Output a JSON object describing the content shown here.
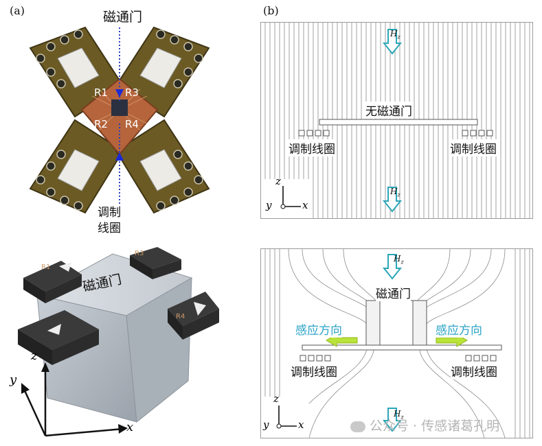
{
  "panel_a": {
    "label": "(a)",
    "top_photo": {
      "flux_gate_label": "磁通门",
      "coil_label_line1": "调制",
      "coil_label_line2": "线圈",
      "sensors": [
        "R1",
        "R3",
        "R2",
        "R4"
      ]
    },
    "bottom_model": {
      "flux_gate_label": "磁通门",
      "axes": {
        "z": "z",
        "y": "y",
        "x": "x"
      },
      "block_labels": [
        "R1",
        "R3",
        "R4"
      ]
    }
  },
  "panel_b": {
    "label": "(b)",
    "top_sim": {
      "field_label": "H",
      "field_sub": "z",
      "plate_label": "无磁通门",
      "coil_left": "调制线圈",
      "coil_right": "调制线圈",
      "axes": {
        "z": "z",
        "y": "y",
        "x": "x"
      }
    },
    "bottom_sim": {
      "field_label": "H",
      "field_sub": "z",
      "gate_label": "磁通门",
      "direction_left": "感应方向",
      "direction_right": "感应方向",
      "coil_left": "调制线圈",
      "coil_right": "调制线圈",
      "axes": {
        "z": "z",
        "y": "y",
        "x": "x"
      }
    }
  },
  "watermark": "公众号 · 传感诸葛孔明",
  "colors": {
    "arrow_teal": "#2aa6b8",
    "arrow_green": "#b9e23a",
    "direction_text": "#29a3c6",
    "board_gold": "#6b5a24",
    "copper": "#b5643c"
  }
}
